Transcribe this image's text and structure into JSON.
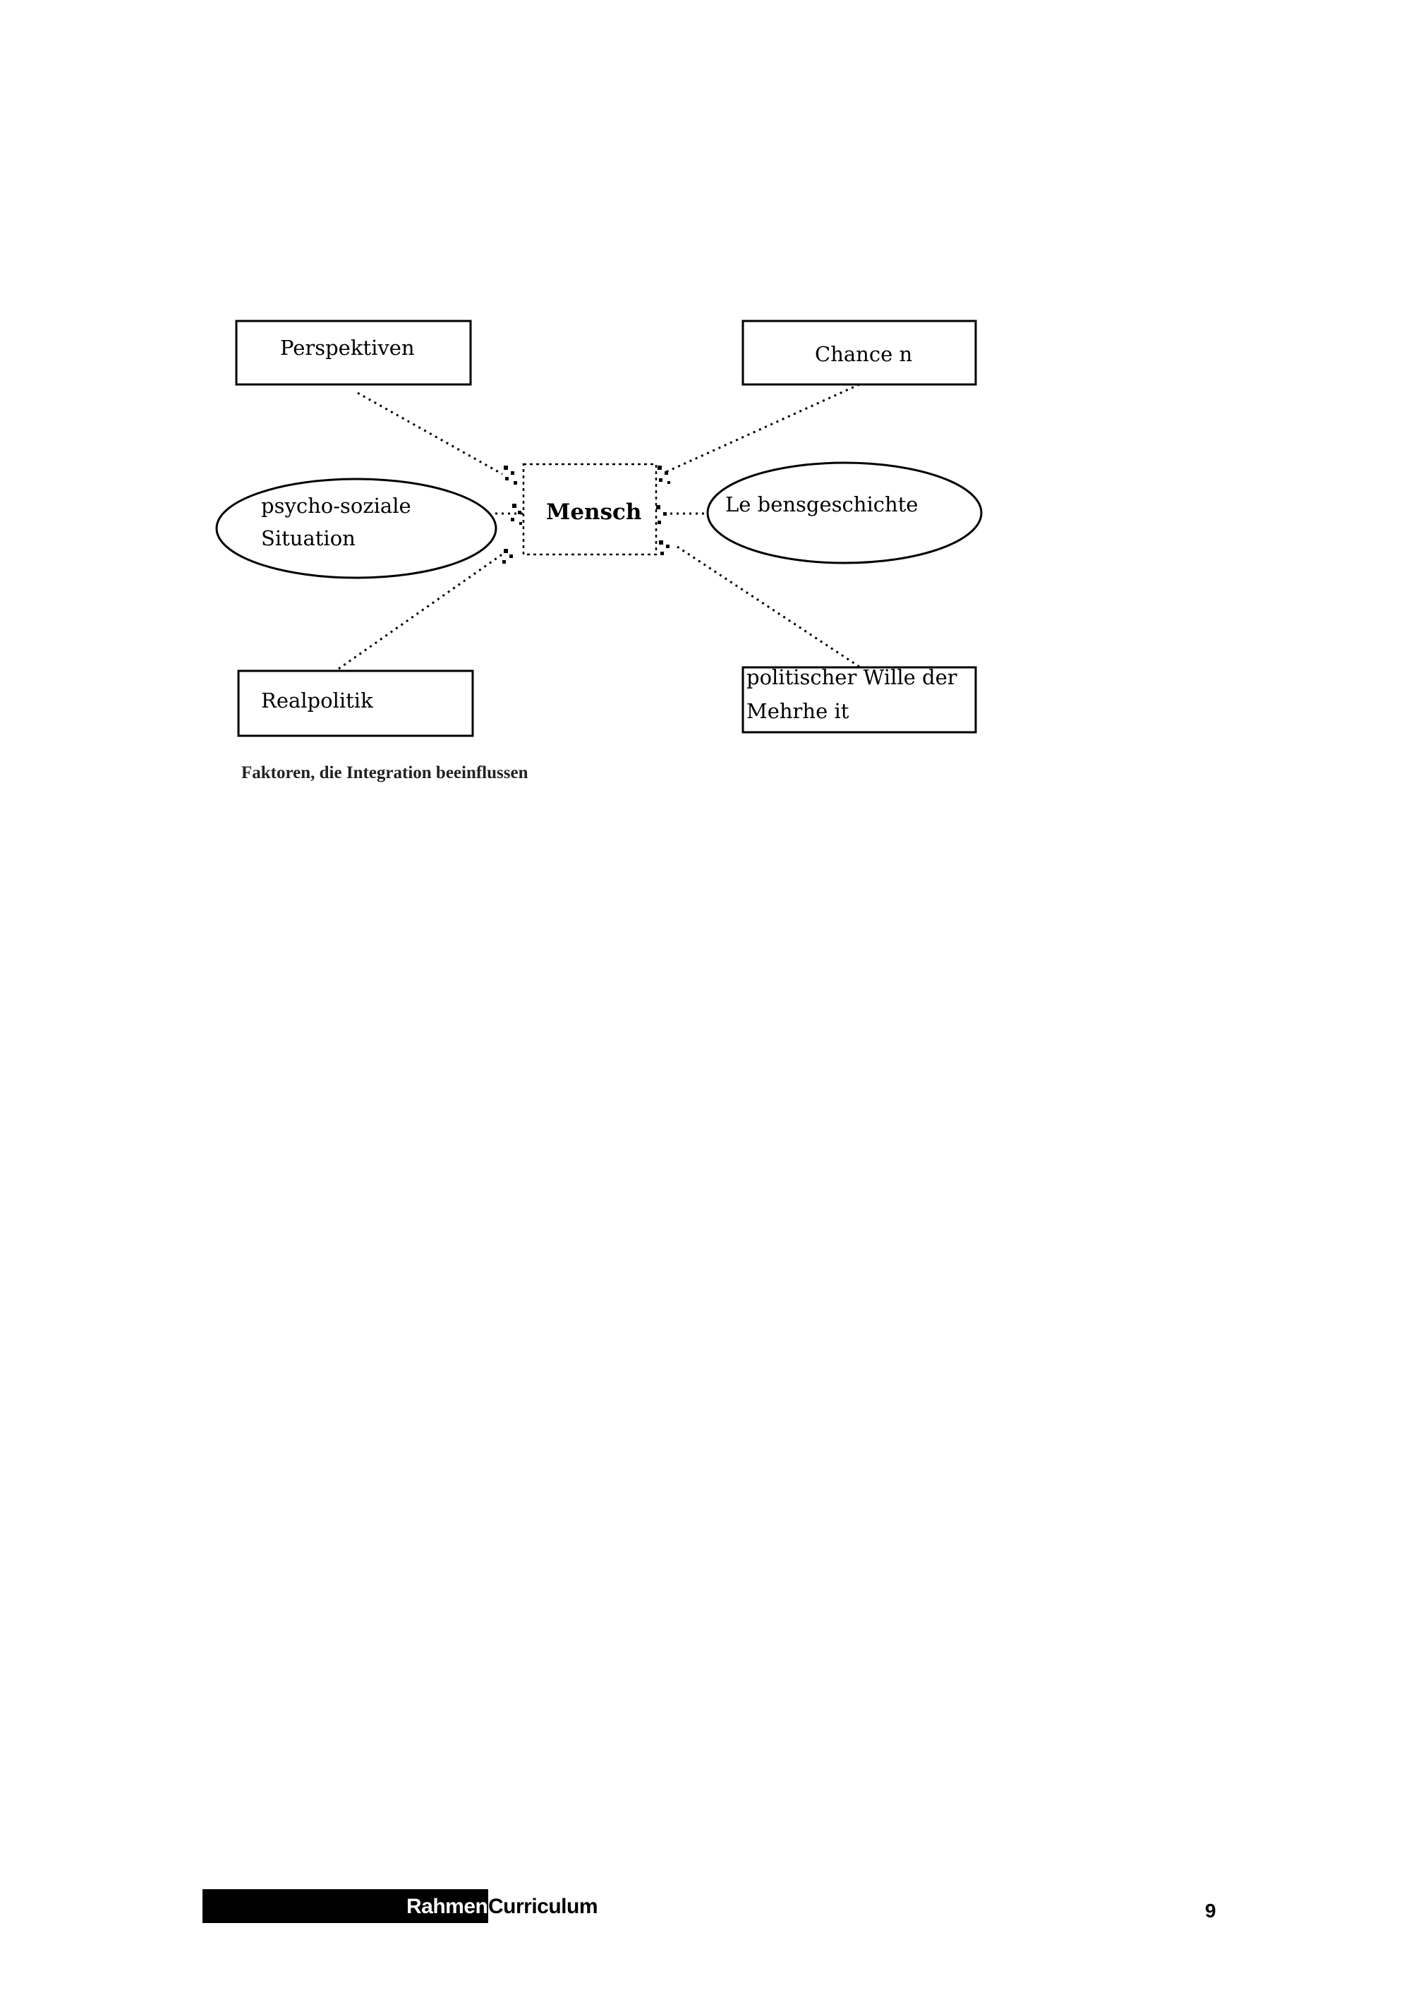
{
  "diagram": {
    "center": "Mensch",
    "nodes": {
      "perspektiven": "Perspektiven",
      "chancen": "Chance n",
      "psycho_line1": "psycho-soziale",
      "psycho_line2": "Situation",
      "lebensgeschichte": "Le bensgeschichte",
      "realpolitik": "Realpolitik",
      "politischer_line1": "politischer Wille der",
      "politischer_line2": "Mehrhe it"
    },
    "caption": "Faktoren, die Integration beeinflussen"
  },
  "footer": {
    "brand_left": "Rahmen",
    "brand_right": "Curriculum",
    "page_number": "9"
  }
}
